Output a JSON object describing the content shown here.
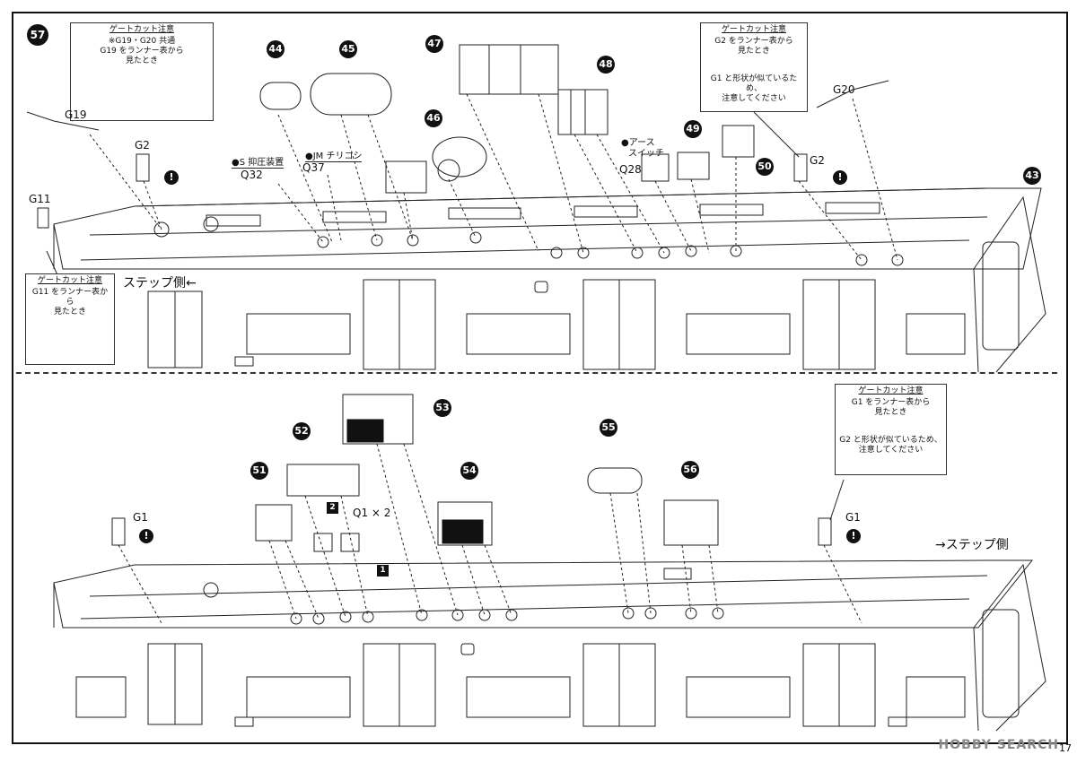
{
  "step_number": "57",
  "top": {
    "parts": [
      "44",
      "45",
      "46",
      "47",
      "48",
      "49",
      "50",
      "43"
    ],
    "callout_g19": {
      "title": "ゲートカット注意",
      "lines": [
        "※G19・G20 共通",
        "G19 をランナー表から",
        "見たとき"
      ]
    },
    "callout_g2": {
      "title": "ゲートカット注意",
      "lines": [
        "G2 をランナー表から",
        "見たとき",
        "G1 と形状が似ているため、",
        "注意してください"
      ]
    },
    "callout_g11": {
      "title": "ゲートカット注意",
      "lines": [
        "G11 をランナー表から",
        "見たとき"
      ]
    },
    "labels": {
      "g19": "G19",
      "g2_left": "G2",
      "g11": "G11",
      "g20": "G20",
      "g2_right": "G2",
      "q32": "Q32",
      "q37": "Q37",
      "q28": "Q28"
    },
    "sublabels": {
      "s_press": "●S 抑圧装置",
      "jm": "●JM チリコシ",
      "earth": "●アース",
      "switch": "スイッチ"
    },
    "step_side": "ステップ側←"
  },
  "bottom": {
    "parts": [
      "51",
      "52",
      "53",
      "54",
      "55",
      "56"
    ],
    "squares": [
      "2",
      "1"
    ],
    "callout_g1": {
      "title": "ゲートカット注意",
      "lines": [
        "G1 をランナー表から",
        "見たとき",
        "G2 と形状が似ているため、",
        "注意してください"
      ]
    },
    "labels": {
      "g1_left": "G1",
      "g1_right": "G1",
      "q1": "Q1 × 2"
    },
    "step_side": "→ステップ側"
  },
  "excl_mark": "!",
  "watermark": "HOBBY SEARCH",
  "page_number": "17"
}
